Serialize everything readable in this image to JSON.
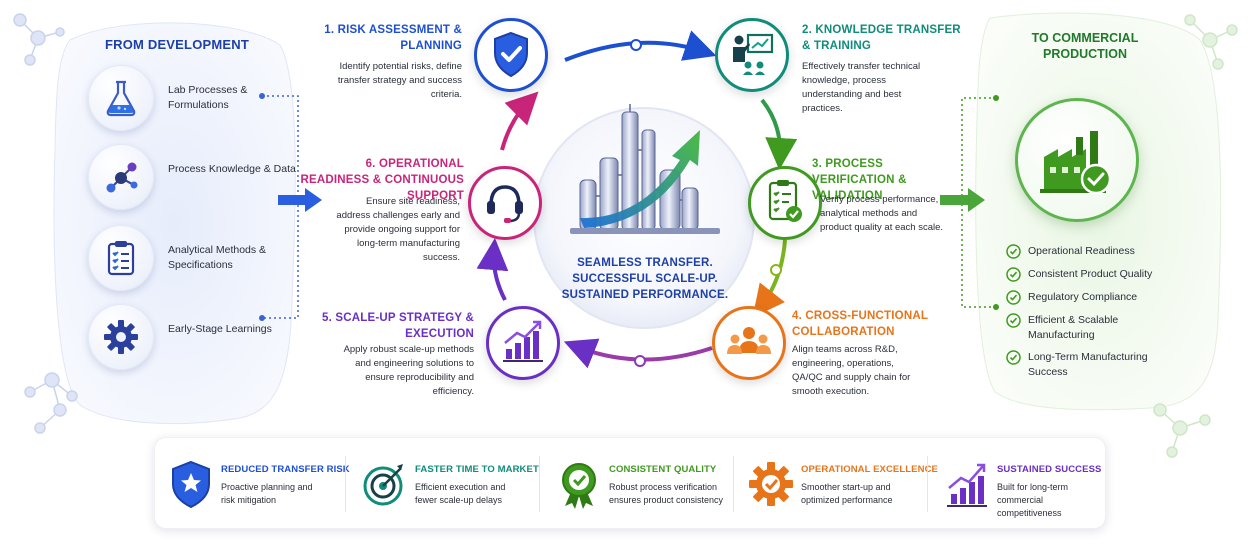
{
  "left_panel": {
    "title": "FROM DEVELOPMENT",
    "items": [
      {
        "label": "Lab Processes & Formulations",
        "icon": "flask-icon"
      },
      {
        "label": "Process Knowledge & Data",
        "icon": "molecule-icon"
      },
      {
        "label": "Analytical Methods & Specifications",
        "icon": "clipboard-icon"
      },
      {
        "label": "Early-Stage Learnings",
        "icon": "gear-icon"
      }
    ]
  },
  "right_panel": {
    "title": "TO COMMERCIAL PRODUCTION",
    "icon": "factory-check-icon",
    "items": [
      "Operational Readiness",
      "Consistent Product Quality",
      "Regulatory Compliance",
      "Efficient & Scalable Manufacturing",
      "Long-Term Manufacturing Success"
    ]
  },
  "steps": [
    {
      "title": "1. RISK ASSESSMENT & PLANNING",
      "desc": "Identify potential risks, define transfer strategy and success criteria.",
      "color": "#1d4fd1",
      "icon": "shield-check-icon"
    },
    {
      "title": "2. KNOWLEDGE TRANSFER & TRAINING",
      "desc": "Effectively transfer technical knowledge, process understanding and best practices.",
      "color": "#0f8c7a",
      "icon": "training-icon"
    },
    {
      "title": "3. PROCESS VERIFICATION & VALIDATION",
      "desc": "Verify process performance, analytical methods and product quality at each scale.",
      "color": "#3f9a1f",
      "icon": "checklist-icon"
    },
    {
      "title": "4. CROSS-FUNCTIONAL COLLABORATION",
      "desc": "Align teams across R&D, engineering, operations, QA/QC and supply chain for smooth execution.",
      "color": "#e8741a",
      "icon": "team-icon"
    },
    {
      "title": "5. SCALE-UP STRATEGY & EXECUTION",
      "desc": "Apply robust scale-up methods and engineering solutions to ensure reproducibility and efficiency.",
      "color": "#6a2fc4",
      "icon": "growth-chart-icon"
    },
    {
      "title": "6. OPERATIONAL READINESS & CONTINUOUS SUPPORT",
      "desc": "Ensure site readiness, address challenges early and provide ongoing support for long-term manufacturing success.",
      "color": "#c8257a",
      "icon": "headset-icon"
    }
  ],
  "center": {
    "line1": "SEAMLESS TRANSFER.",
    "line2": "SUCCESSFUL SCALE-UP.",
    "line3": "SUSTAINED PERFORMANCE.",
    "icon": "plant-growth-icon"
  },
  "outcomes": [
    {
      "title": "REDUCED TRANSFER RISK",
      "desc": "Proactive planning and risk mitigation",
      "color": "#1d4fd1",
      "icon": "shield-star-icon"
    },
    {
      "title": "FASTER TIME TO MARKET",
      "desc": "Efficient execution and fewer scale-up delays",
      "color": "#0f8c7a",
      "icon": "target-icon"
    },
    {
      "title": "CONSISTENT QUALITY",
      "desc": "Robust process verification ensures product consistency",
      "color": "#3f9a1f",
      "icon": "award-icon"
    },
    {
      "title": "OPERATIONAL EXCELLENCE",
      "desc": "Smoother start-up and optimized performance",
      "color": "#e8741a",
      "icon": "gear-check-icon"
    },
    {
      "title": "SUSTAINED SUCCESS",
      "desc": "Built for long-term commercial competitiveness",
      "color": "#6a2fc4",
      "icon": "bar-growth-icon"
    }
  ]
}
